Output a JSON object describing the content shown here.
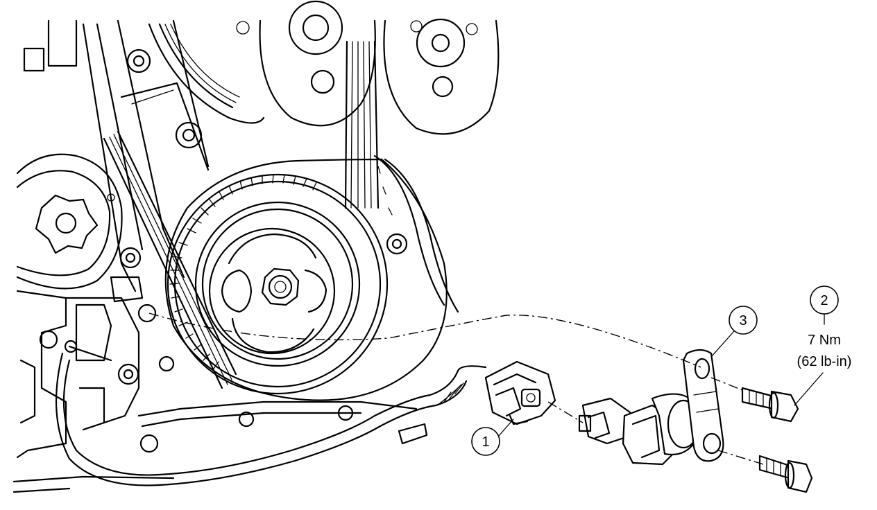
{
  "callouts": {
    "c1": {
      "number": "1"
    },
    "c2": {
      "number": "2"
    },
    "c3": {
      "number": "3"
    }
  },
  "torque": {
    "line1": "7 Nm",
    "line2": "(62 lb-in)"
  }
}
